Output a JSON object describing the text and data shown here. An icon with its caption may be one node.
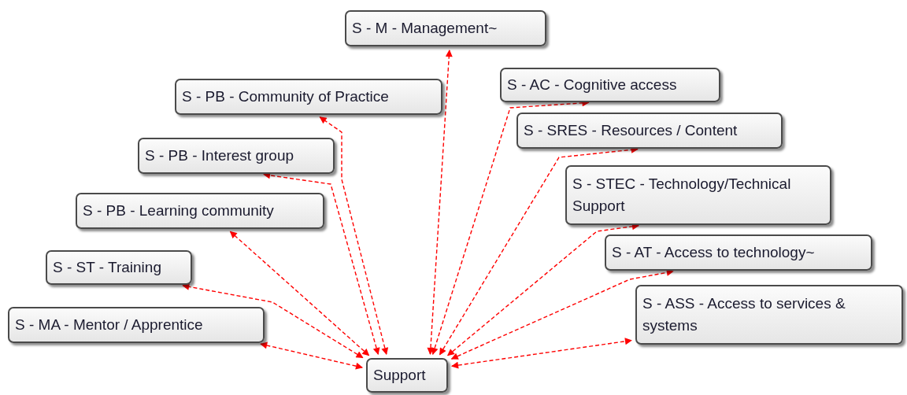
{
  "diagram": {
    "nodes": [
      {
        "text": [
          "S - M - Management~"
        ]
      },
      {
        "text": [
          "S - PB - Community of Practice"
        ]
      },
      {
        "text": [
          "S - PB - Interest group"
        ]
      },
      {
        "text": [
          "S - PB - Learning community"
        ]
      },
      {
        "text": [
          "S - ST - Training"
        ]
      },
      {
        "text": [
          "S - MA - Mentor / Apprentice"
        ]
      },
      {
        "text": [
          "S - AC - Cognitive access"
        ]
      },
      {
        "text": [
          "S - SRES - Resources / Content"
        ]
      },
      {
        "text": [
          "S - STEC - Technology/Technical Support"
        ]
      },
      {
        "text": [
          "S - AT - Access to technology~"
        ]
      },
      {
        "text": [
          "S - ASS - Access to services & systems"
        ]
      },
      {
        "text": [
          "Support"
        ]
      }
    ],
    "edges": [
      {
        "from": 11,
        "to": 0,
        "arrow": "both",
        "style": "dashed"
      },
      {
        "from": 11,
        "to": 1,
        "arrow": "both",
        "style": "dashed"
      },
      {
        "from": 11,
        "to": 2,
        "arrow": "both",
        "style": "dashed"
      },
      {
        "from": 11,
        "to": 3,
        "arrow": "both",
        "style": "dashed"
      },
      {
        "from": 11,
        "to": 4,
        "arrow": "both",
        "style": "dashed"
      },
      {
        "from": 11,
        "to": 5,
        "arrow": "both",
        "style": "dashed"
      },
      {
        "from": 11,
        "to": 6,
        "arrow": "both",
        "style": "dashed"
      },
      {
        "from": 11,
        "to": 7,
        "arrow": "both",
        "style": "dashed"
      },
      {
        "from": 11,
        "to": 8,
        "arrow": "both",
        "style": "dashed"
      },
      {
        "from": 11,
        "to": 9,
        "arrow": "both",
        "style": "dashed"
      },
      {
        "from": 11,
        "to": 10,
        "arrow": "both",
        "style": "dashed"
      }
    ]
  }
}
